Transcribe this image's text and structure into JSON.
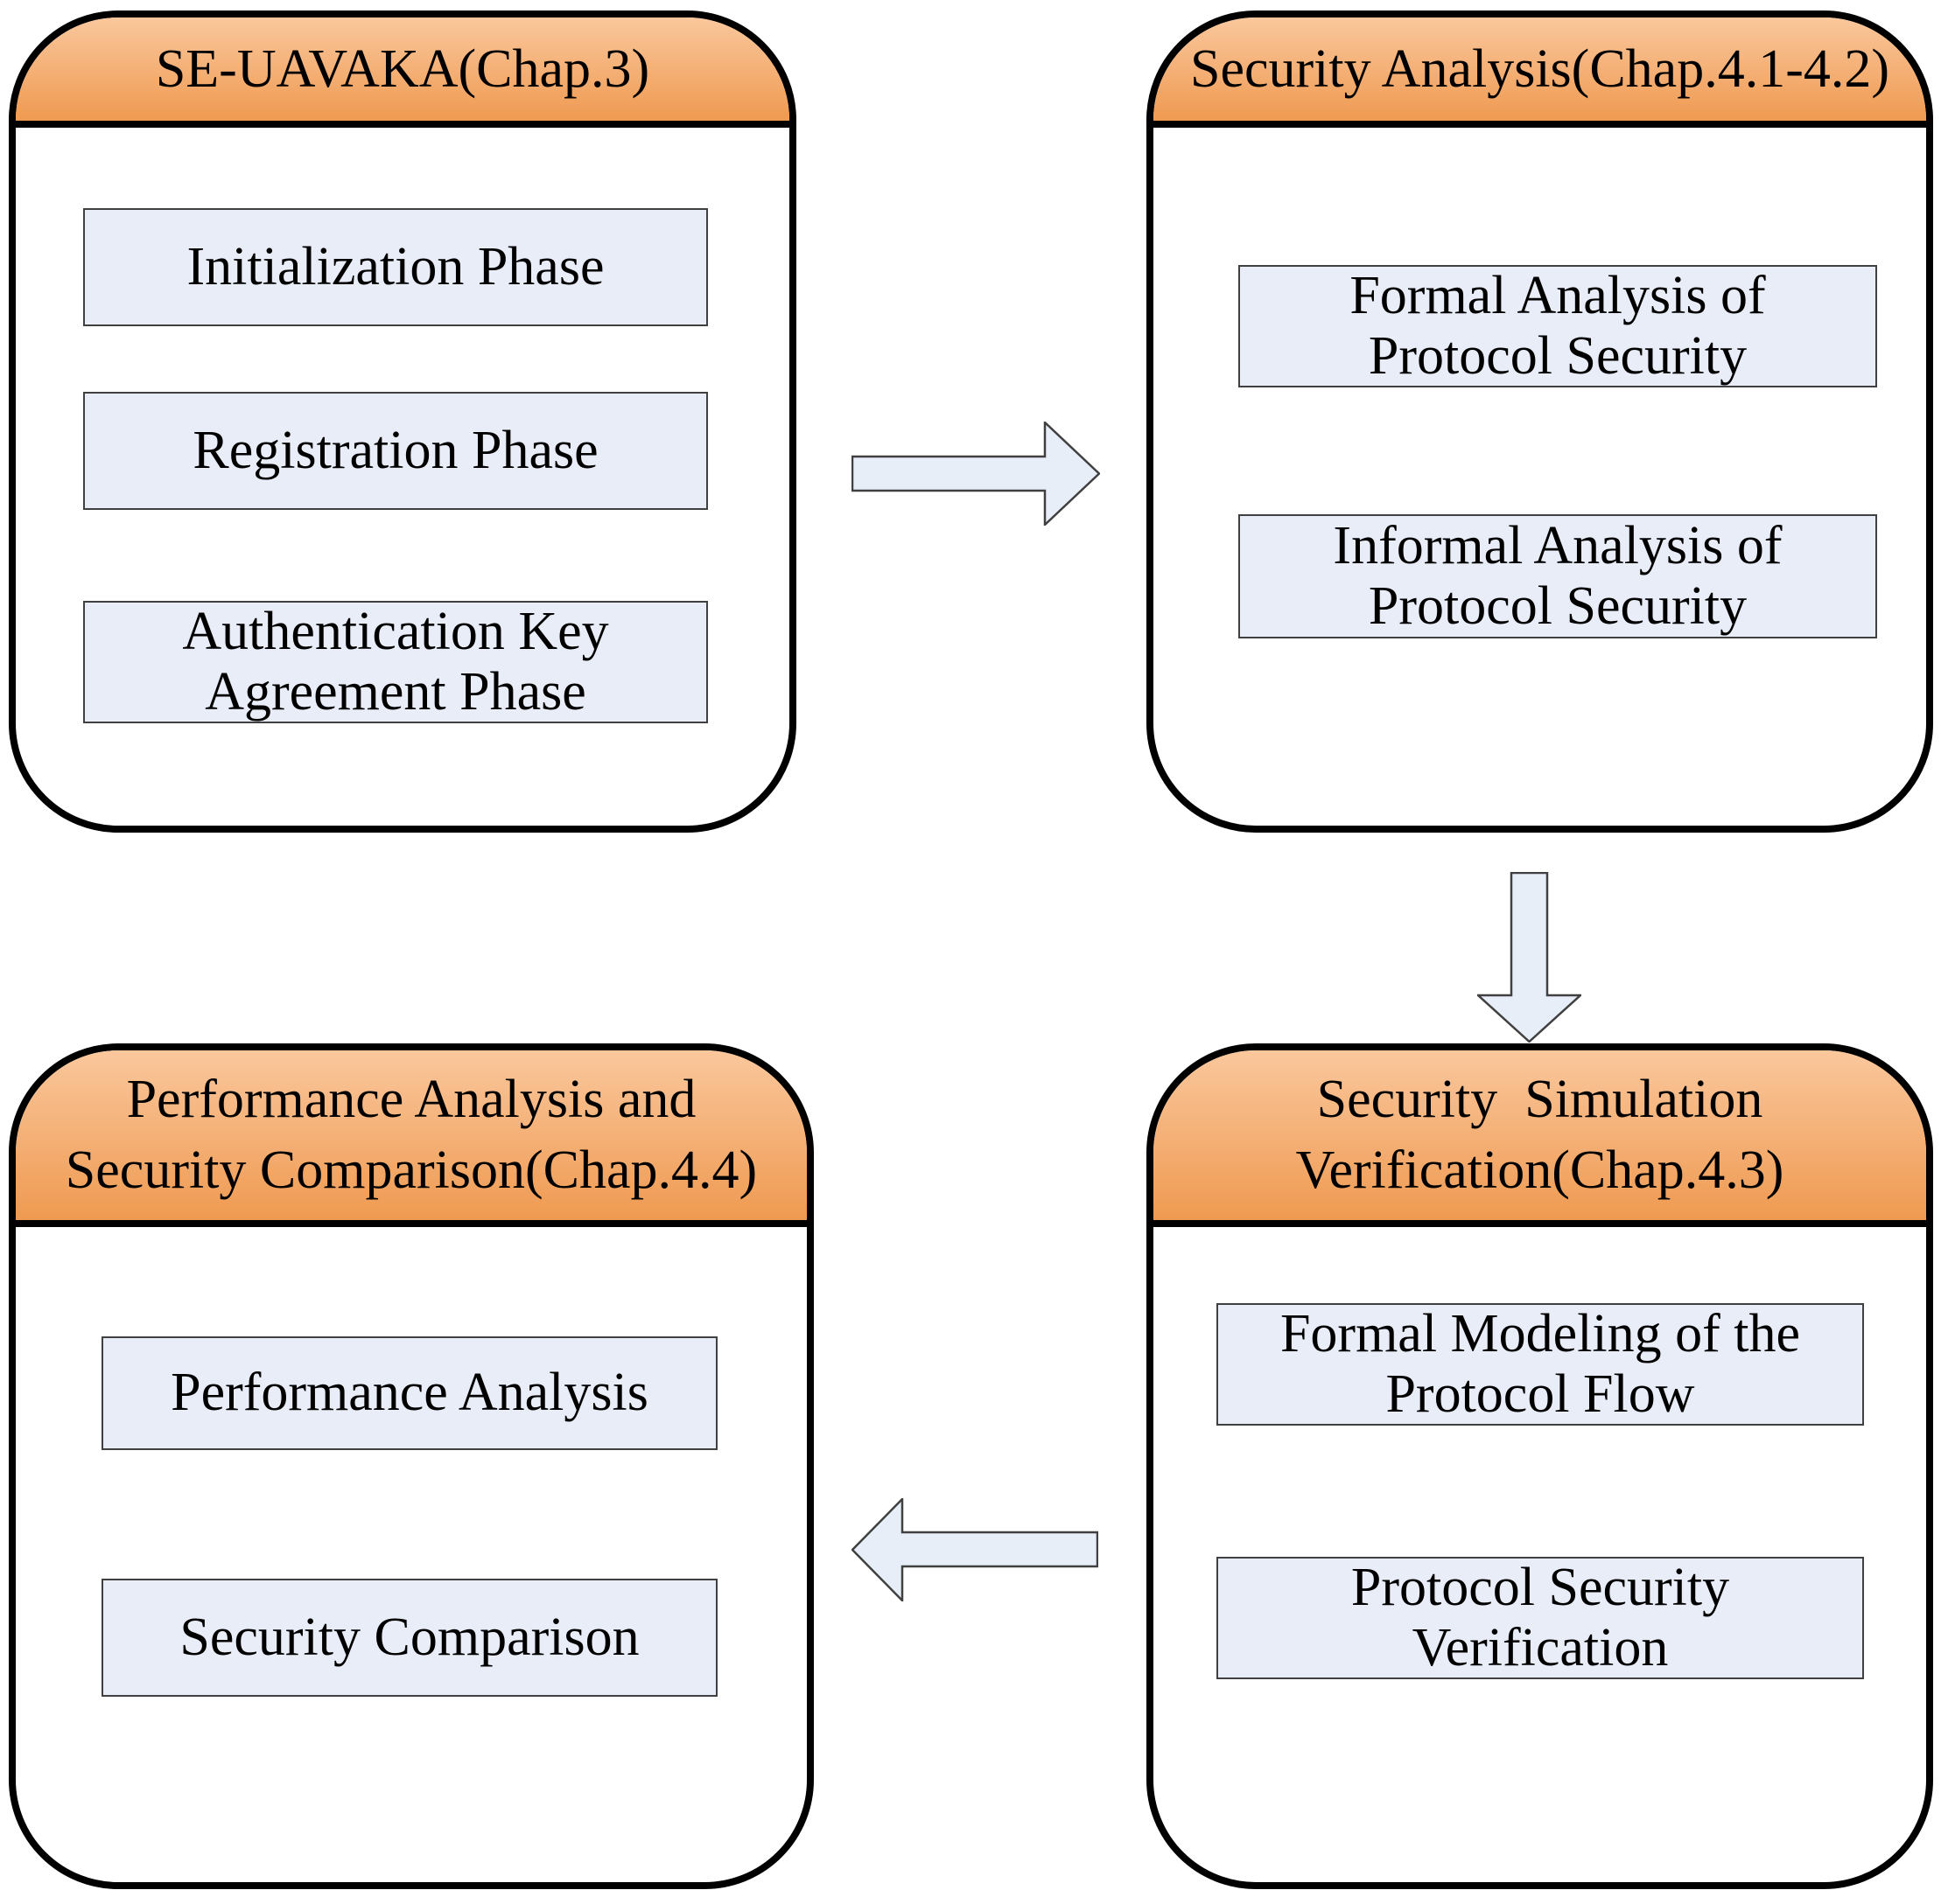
{
  "colors": {
    "canvas_bg": "#FFFFFF",
    "panel_fill": "#FFFFFF",
    "header_top": "#FAC79C",
    "header_bottom": "#EF9A51",
    "item_fill": "#E8EDF7",
    "arrow_fill": "#E8EEF8",
    "outline": "#000000",
    "item_outline": "#404040",
    "text": "#000000"
  },
  "nodes": [
    {
      "id": "se-uavaka",
      "title": "SE-UAVAKA(Chap.3)",
      "items": [
        "Initialization Phase",
        "Registration Phase",
        "Authentication Key\nAgreement Phase"
      ]
    },
    {
      "id": "security-analysis",
      "title": "Security Analysis(Chap.4.1-4.2)",
      "items": [
        "Formal Analysis of\nProtocol Security",
        "Informal Analysis of\nProtocol Security"
      ]
    },
    {
      "id": "security-simulation-verification",
      "title": "Security  Simulation\nVerification(Chap.4.3)",
      "items": [
        "Formal Modeling of the\nProtocol Flow",
        "Protocol Security\nVerification"
      ]
    },
    {
      "id": "performance-analysis-security-comparison",
      "title": "Performance Analysis and\nSecurity Comparison(Chap.4.4)",
      "items": [
        "Performance Analysis",
        "Security Comparison"
      ]
    }
  ],
  "arrows": [
    {
      "id": "arrow-right",
      "from": "se-uavaka",
      "to": "security-analysis",
      "direction": "right"
    },
    {
      "id": "arrow-down",
      "from": "security-analysis",
      "to": "security-simulation-verification",
      "direction": "down"
    },
    {
      "id": "arrow-left",
      "from": "security-simulation-verification",
      "to": "performance-analysis-security-comparison",
      "direction": "left"
    }
  ]
}
